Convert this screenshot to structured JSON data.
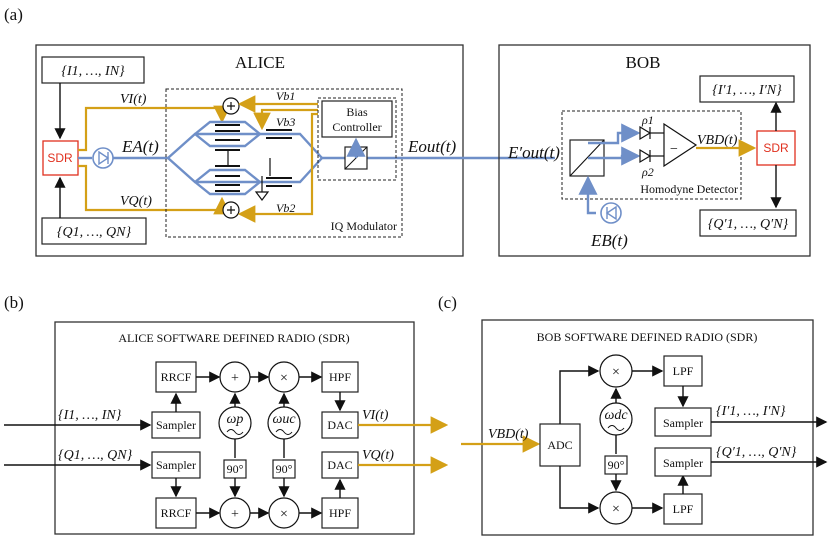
{
  "panel_labels": {
    "a": "(a)",
    "b": "(b)",
    "c": "(c)"
  },
  "alice": {
    "title": "ALICE",
    "iq_block": "{I1, …, IN}",
    "q_block": "{Q1, …, QN}",
    "sdr": "SDR",
    "vi": "VI(t)",
    "vq": "VQ(t)",
    "ea": "EA(t)",
    "vb1": "Vb1",
    "vb2": "Vb2",
    "vb3": "Vb3",
    "bias_line1": "Bias",
    "bias_line2": "Controller",
    "iq_modulator": "IQ Modulator",
    "eout": "Eout(t)"
  },
  "bob": {
    "title": "BOB",
    "eout_prime": "E′out(t)",
    "rho1": "ρ1",
    "rho2": "ρ2",
    "vbd": "VBD(t)",
    "sdr": "SDR",
    "iprime": "{I′1, …, I′N}",
    "qprime": "{Q′1, …, Q′N}",
    "homodyne": "Homodyne Detector",
    "eb": "EB(t)",
    "minus": "−"
  },
  "alice_sdr": {
    "title": "ALICE SOFTWARE DEFINED RADIO (SDR)",
    "rrcf": "RRCF",
    "plus": "+",
    "times": "×",
    "hpf": "HPF",
    "dac": "DAC",
    "sampler": "Sampler",
    "omega_p": "ωp",
    "omega_uc": "ωuc",
    "deg90": "90°",
    "in_i": "{I1, …, IN}",
    "in_q": "{Q1, …, QN}",
    "out_vi": "VI(t)",
    "out_vq": "VQ(t)"
  },
  "bob_sdr": {
    "title": "BOB SOFTWARE DEFINED RADIO (SDR)",
    "adc": "ADC",
    "lpf": "LPF",
    "times": "×",
    "omega_dc": "ωdc",
    "deg90": "90°",
    "sampler": "Sampler",
    "in_vbd": "VBD(t)",
    "out_i": "{I′1, …, I′N}",
    "out_q": "{Q′1, …, Q′N}"
  },
  "colors": {
    "signal": "#d4a017",
    "optical": "#6f8fc8",
    "sdr": "#e0301e"
  }
}
